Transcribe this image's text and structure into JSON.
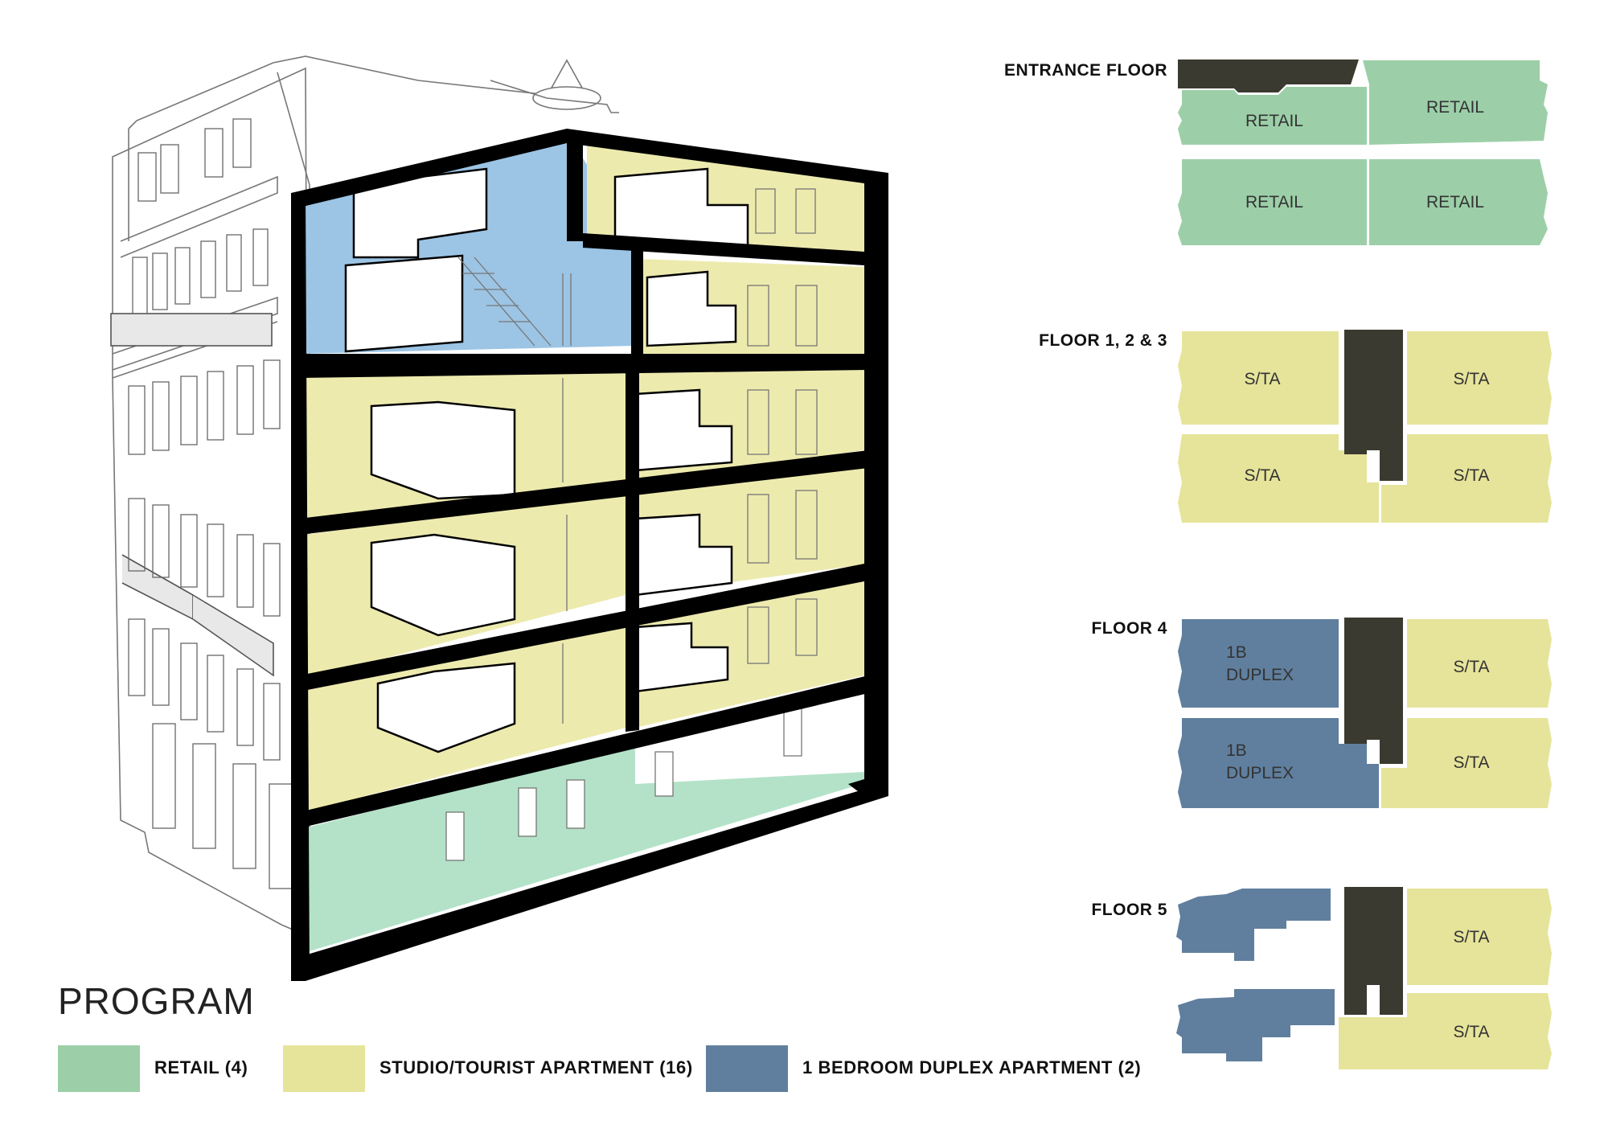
{
  "colors": {
    "retail": "#9ccfa8",
    "studio": "#e6e49a",
    "duplex": "#607f9e",
    "core": "#3a3a30",
    "structure": "#000000",
    "duplex_section": "#9cc4e4",
    "ground_section": "#b3e2c8",
    "section_studio": "#edeaae"
  },
  "floors": [
    {
      "label": "ENTRANCE FLOOR",
      "rooms": [
        {
          "id": "e-tl",
          "text": "RETAIL",
          "type": "retail"
        },
        {
          "id": "e-tr",
          "text": "RETAIL",
          "type": "retail"
        },
        {
          "id": "e-bl",
          "text": "RETAIL",
          "type": "retail"
        },
        {
          "id": "e-br",
          "text": "RETAIL",
          "type": "retail"
        }
      ]
    },
    {
      "label": "FLOOR 1, 2 & 3",
      "rooms": [
        {
          "id": "f1-tl",
          "text": "S/TA",
          "type": "studio"
        },
        {
          "id": "f1-tr",
          "text": "S/TA",
          "type": "studio"
        },
        {
          "id": "f1-bl",
          "text": "S/TA",
          "type": "studio"
        },
        {
          "id": "f1-br",
          "text": "S/TA",
          "type": "studio"
        }
      ]
    },
    {
      "label": "FLOOR 4",
      "rooms": [
        {
          "id": "f4-tl",
          "line1": "1B",
          "line2": "DUPLEX",
          "type": "duplex"
        },
        {
          "id": "f4-tr",
          "text": "S/TA",
          "type": "studio"
        },
        {
          "id": "f4-bl",
          "line1": "1B",
          "line2": "DUPLEX",
          "type": "duplex"
        },
        {
          "id": "f4-br",
          "text": "S/TA",
          "type": "studio"
        }
      ]
    },
    {
      "label": "FLOOR 5",
      "rooms": [
        {
          "id": "f5-tl",
          "text": "",
          "type": "duplex"
        },
        {
          "id": "f5-tr",
          "text": "S/TA",
          "type": "studio"
        },
        {
          "id": "f5-bl",
          "text": "",
          "type": "duplex"
        },
        {
          "id": "f5-br",
          "text": "S/TA",
          "type": "studio"
        }
      ]
    }
  ],
  "program": {
    "title": "PROGRAM",
    "legend": [
      {
        "label": "RETAIL (4)",
        "type": "retail"
      },
      {
        "label": "STUDIO/TOURIST APARTMENT (16)",
        "type": "studio"
      },
      {
        "label": "1 BEDROOM DUPLEX APARTMENT (2)",
        "type": "duplex"
      }
    ]
  }
}
